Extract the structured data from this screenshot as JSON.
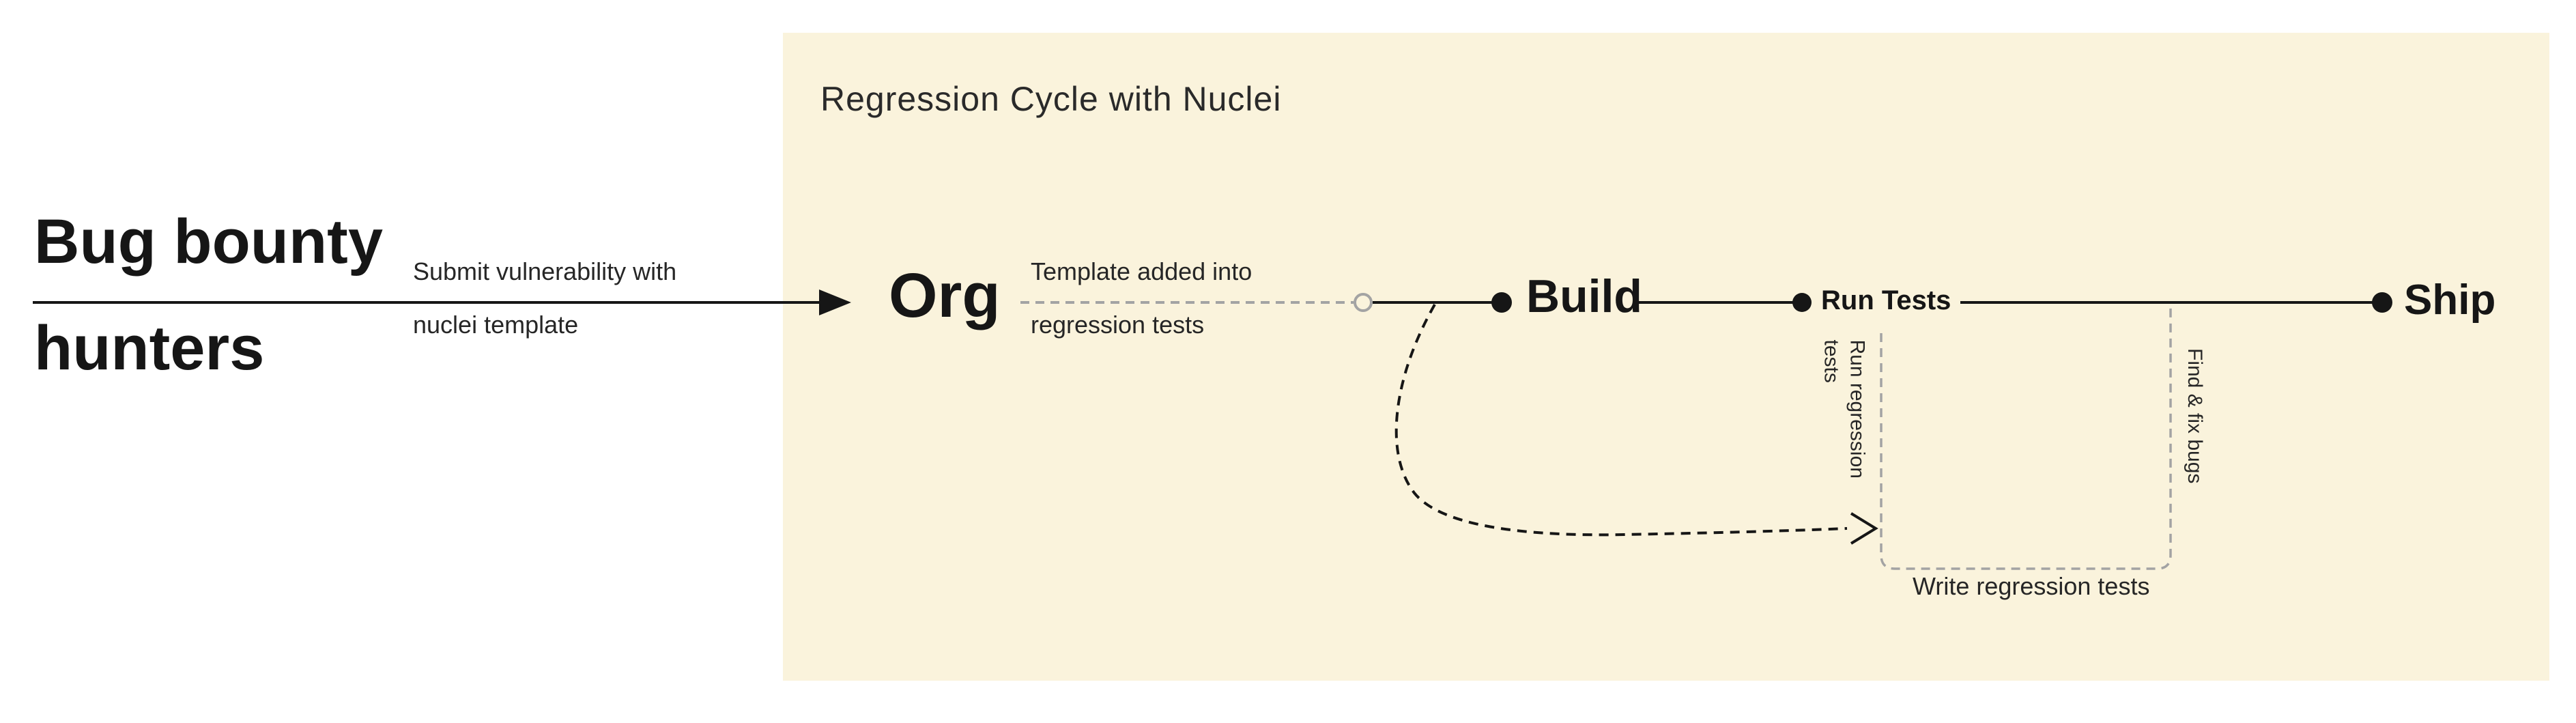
{
  "panel": {
    "title": "Regression Cycle with Nuclei",
    "background": "#faf3dc"
  },
  "actor": {
    "line1": "Bug bounty",
    "line2": "hunters"
  },
  "edges": {
    "submit_line1": "Submit vulnerability with",
    "submit_line2": "nuclei template",
    "template_line1": "Template added into",
    "template_line2": "regression tests"
  },
  "nodes": {
    "org": "Org",
    "build": "Build",
    "run_tests": "Run Tests",
    "ship": "Ship"
  },
  "loop": {
    "run_regression_label": "Run regression tests",
    "find_fix_label": "Find & fix bugs",
    "write_tests_label": "Write regression tests"
  },
  "colors": {
    "beige": "#faf3dc",
    "ink": "#161616",
    "gray": "#a3a3a3"
  }
}
